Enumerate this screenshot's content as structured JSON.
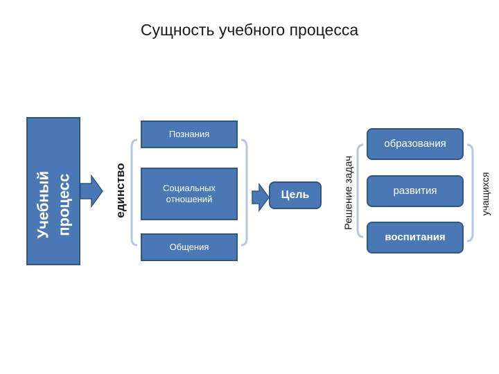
{
  "title": "Сущность учебного процесса",
  "left_block": {
    "line1": "Учебный",
    "line2": "процесс"
  },
  "unity_label": "единство",
  "middle_boxes": [
    "Познания",
    "Социальных отношений",
    "Общения"
  ],
  "goal_label": "Цель",
  "tasks_label": "Решение задач",
  "right_boxes": [
    "образования",
    "развития",
    "воспитания"
  ],
  "students_label": "учащихся",
  "colors": {
    "box_fill": "#4a78b4",
    "box_border": "#2f5583",
    "bracket": "#b7c8de"
  }
}
